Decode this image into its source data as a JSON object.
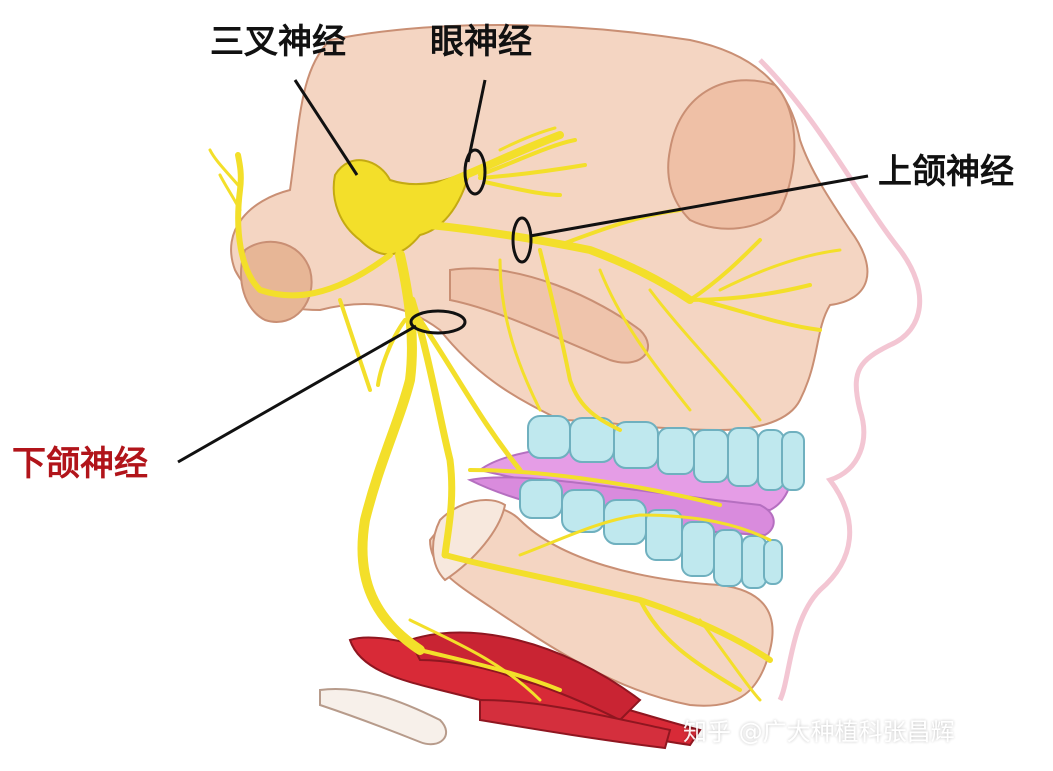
{
  "labels": {
    "trigeminal": "三叉神经",
    "ophthalmic": "眼神经",
    "maxillary": "上颌神经",
    "mandibular": "下颌神经"
  },
  "watermark": "知乎 @广大种植科张昌辉",
  "colors": {
    "nerve": "#f3df2a",
    "bone": "#f4d5c2",
    "gum": "#e59de6",
    "teeth": "#bfe8ee",
    "muscle": "#d82a37",
    "label_red": "#b1141a"
  }
}
